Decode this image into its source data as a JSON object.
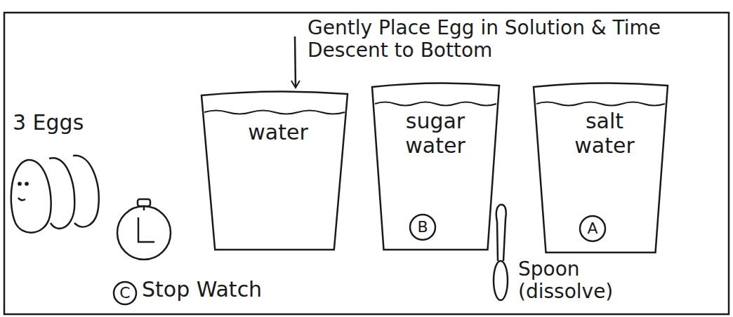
{
  "diagram": {
    "nodes": [
      {
        "text": [
          "water"
        ]
      },
      {
        "text": [
          "sugar water"
        ]
      },
      {
        "text": [
          "B"
        ],
        "in": 1
      },
      {
        "text": [
          "salt water"
        ]
      },
      {
        "text": [
          "A"
        ],
        "in": 3
      },
      {
        "text": [
          "C"
        ]
      }
    ],
    "labels": [
      "Gently Place Egg in Solution & Time Descent to Bottom",
      "3 Eggs",
      "Stop Watch",
      "Spoon (dissolve)"
    ]
  }
}
